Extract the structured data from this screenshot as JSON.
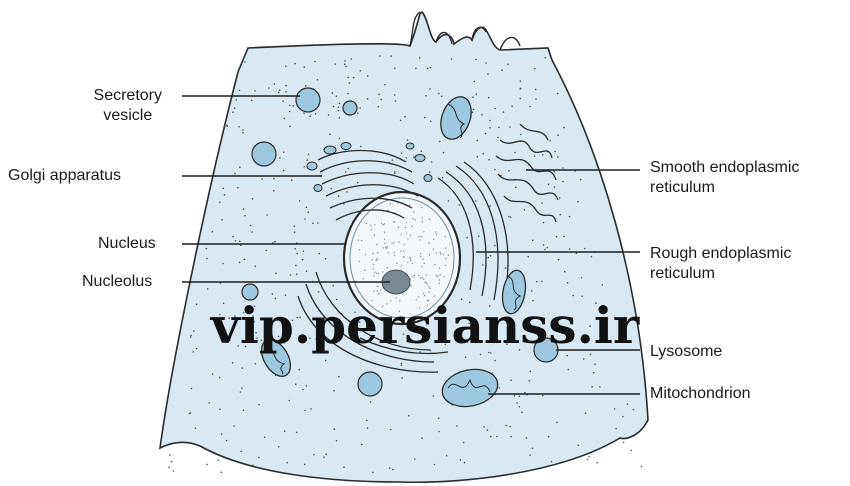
{
  "labels": {
    "secretory_vesicle": [
      "Secretory",
      "vesicle"
    ],
    "golgi": "Golgi apparatus",
    "nucleus": "Nucleus",
    "nucleolus": "Nucleolus",
    "smooth_er": [
      "Smooth endoplasmic",
      "reticulum"
    ],
    "rough_er": [
      "Rough endoplasmic",
      "reticulum"
    ],
    "lysosome": "Lysosome",
    "mitochondrion": "Mitochondrion"
  },
  "watermark": "vip.persianss.ir",
  "colors": {
    "cytoplasm": "#d8e9f3",
    "outline": "#2a2a2a",
    "organelle_fill": "#9ec8df",
    "nucleus_fill": "#f4f8fb",
    "line": "#1f1f1f"
  }
}
